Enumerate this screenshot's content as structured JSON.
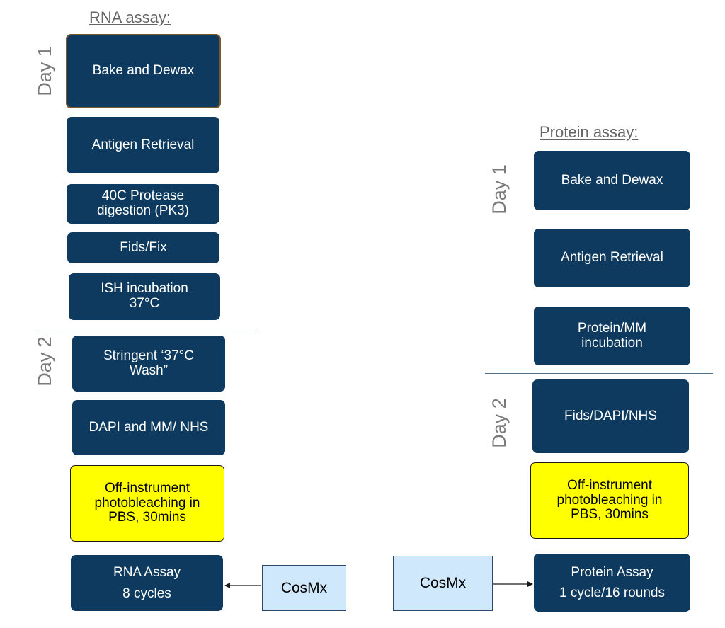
{
  "rna": {
    "title": "RNA assay:",
    "day1": "Day 1",
    "day2": "Day 2",
    "steps": {
      "bake": "Bake and Dewax",
      "antigen": "Antigen Retrieval",
      "protease": "40C Protease\ndigestion (PK3)",
      "fids": "Fids/Fix",
      "ish": "ISH incubation\n37°C",
      "wash": "Stringent ‘37°C\nWash”",
      "dapi": "DAPI and MM/ NHS",
      "bleach": "Off-instrument\nphotobleaching in\nPBS, 30mins",
      "assay": "RNA Assay\n8 cycles"
    },
    "instrument": "CosMx"
  },
  "protein": {
    "title": "Protein assay:",
    "day1": "Day 1",
    "day2": "Day 2",
    "steps": {
      "bake": "Bake and Dewax",
      "antigen": "Antigen Retrieval",
      "incubation": "Protein/MM\nincubation",
      "fids": "Fids/DAPI/NHS",
      "bleach": "Off-instrument\nphotobleaching in\nPBS, 30mins",
      "assay": "Protein Assay\n1 cycle/16 rounds"
    },
    "instrument": "CosMx"
  },
  "colors": {
    "step_fill": "#0d3a5e",
    "highlight_fill": "#ffff00",
    "instrument_fill": "#cfe8fb"
  }
}
